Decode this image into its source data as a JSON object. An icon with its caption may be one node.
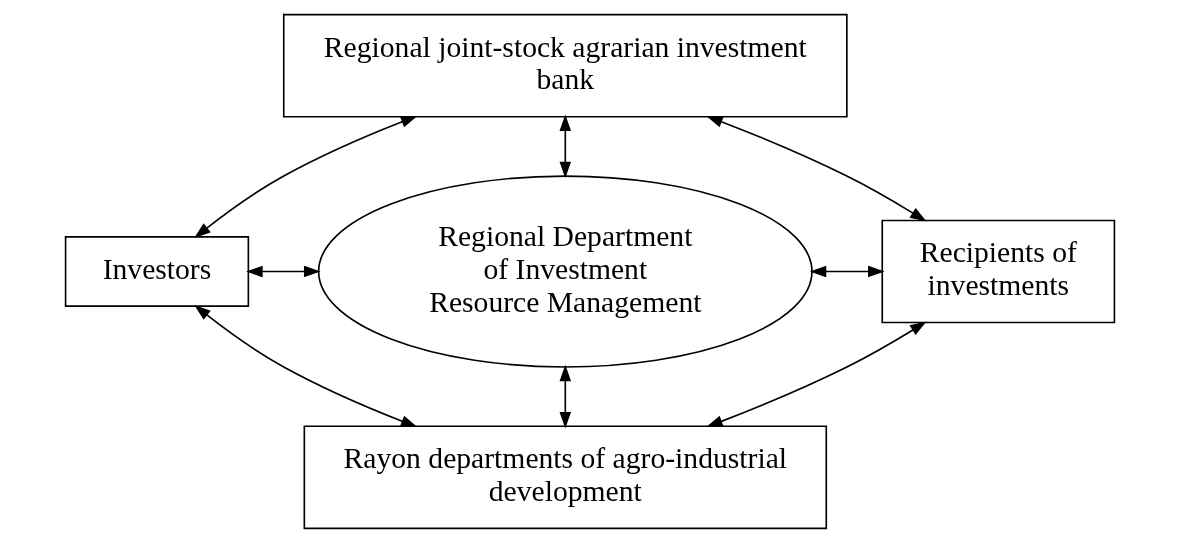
{
  "diagram": {
    "nodes": [
      {
        "text": [
          "Regional joint-stock agrarian investment bank"
        ]
      },
      {
        "text": [
          "Investors"
        ]
      },
      {
        "text": [
          "Regional Department of Investment Resource Management"
        ]
      },
      {
        "text": [
          "Recipients of investments"
        ]
      },
      {
        "text": [
          "Rayon departments of agro-industrial development"
        ]
      }
    ],
    "edges": [
      {
        "from": 0,
        "to": 1,
        "arrow": "both"
      },
      {
        "from": 0,
        "to": 2,
        "arrow": "both"
      },
      {
        "from": 0,
        "to": 3,
        "arrow": "both"
      },
      {
        "from": 1,
        "to": 2,
        "arrow": "both"
      },
      {
        "from": 2,
        "to": 3,
        "arrow": "both"
      },
      {
        "from": 1,
        "to": 4,
        "arrow": "both"
      },
      {
        "from": 2,
        "to": 4,
        "arrow": "both"
      },
      {
        "from": 3,
        "to": 4,
        "arrow": "both"
      }
    ]
  }
}
